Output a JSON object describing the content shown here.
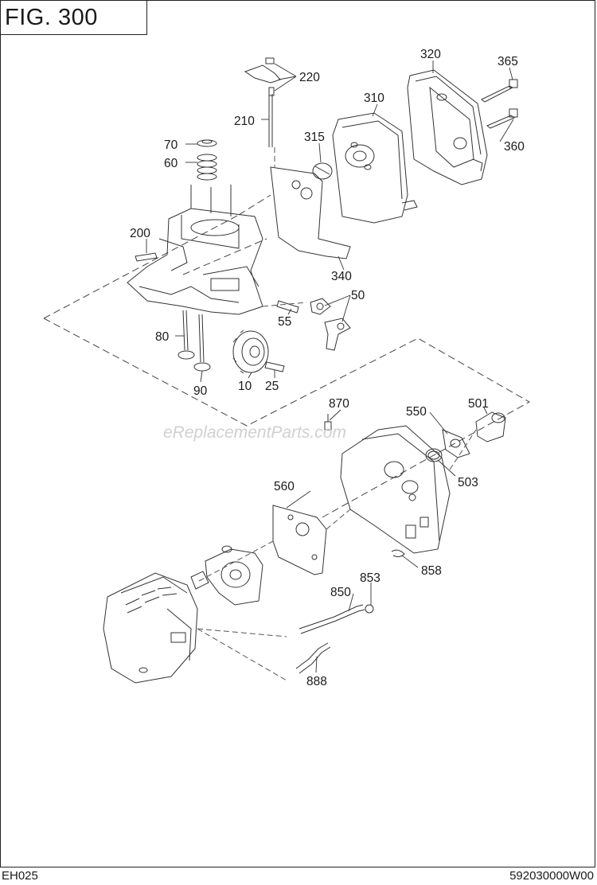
{
  "figure": {
    "title": "FIG. 300"
  },
  "watermark": "eReplacementParts.com",
  "footer": {
    "left": "EH025",
    "right": "592030000W00"
  },
  "callouts": [
    "220",
    "210",
    "70",
    "60",
    "200",
    "320",
    "365",
    "310",
    "315",
    "360",
    "340",
    "50",
    "55",
    "80",
    "90",
    "10",
    "25",
    "870",
    "550",
    "501",
    "503",
    "560",
    "858",
    "853",
    "850",
    "888"
  ]
}
